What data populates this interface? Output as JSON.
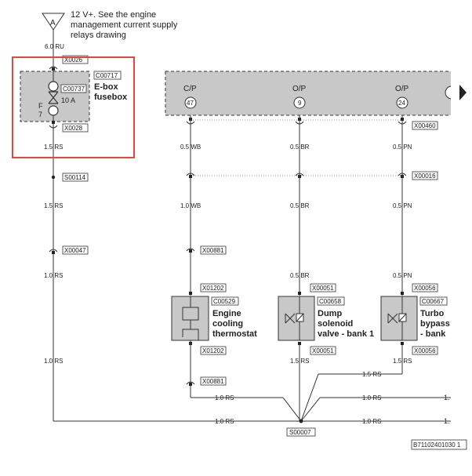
{
  "supply": {
    "symbol_letter": "A",
    "note_lines": [
      "12 V+. See the engine",
      "management current supply",
      "relays drawing"
    ]
  },
  "wire_labels": {
    "top": "6.0 RU",
    "a1": "1.5 RS",
    "a2": "1.5 RS",
    "a3": "1.0 RS",
    "a4": "1.0 RS",
    "b1": "0.5 WB",
    "b2": "1.0 WB",
    "c1": "0.5 BR",
    "c2": "0.5 BR",
    "c3": "0.5 BR",
    "c4": "1.5 RS",
    "d1": "0.5 PN",
    "d2": "0.5 PN",
    "d3": "0.5 PN",
    "d4": "1.5 RS",
    "e1": "1.5 RS",
    "e2": "1.0 RS",
    "e3": "1.0 RS",
    "e4": "1.0 RS",
    "e5": "1.0 RS"
  },
  "connectors": {
    "x0026": "X0026",
    "x0028": "X0028",
    "s00114": "S00114",
    "x00047": "X00047",
    "x00881a": "X00881",
    "x00881b": "X00881",
    "x01202a": "X01202",
    "x01202b": "X01202",
    "x0046": "X00460",
    "x00016": "X00016",
    "x00051a": "X00051",
    "x00051b": "X00051",
    "x00056a": "X00056",
    "x00056b": "X00056",
    "s00007": "S00007"
  },
  "fusebox": {
    "connector_code": "C00717",
    "name_lines": [
      "E-box",
      "fusebox"
    ],
    "fuse_code": "C00737",
    "fuse_rating": "10 A",
    "fuse_letter": "F",
    "fuse_number": "7"
  },
  "ecu": {
    "pins": [
      {
        "label": "C/P",
        "number": "47"
      },
      {
        "label": "O/P",
        "number": "9"
      },
      {
        "label": "O/P",
        "number": "24"
      }
    ]
  },
  "components": [
    {
      "code": "C00529",
      "name_lines": [
        "Engine",
        "cooling",
        "thermostat"
      ]
    },
    {
      "code": "C00658",
      "name_lines": [
        "Dump",
        "solenoid",
        "valve - bank 1"
      ]
    },
    {
      "code": "C00667",
      "name_lines": [
        "Turbo",
        "bypass",
        "- bank"
      ]
    }
  ],
  "diagram_id": "B71102401030 1",
  "highlight_color": "#e8453c",
  "shade_color": "#c8c8c8"
}
